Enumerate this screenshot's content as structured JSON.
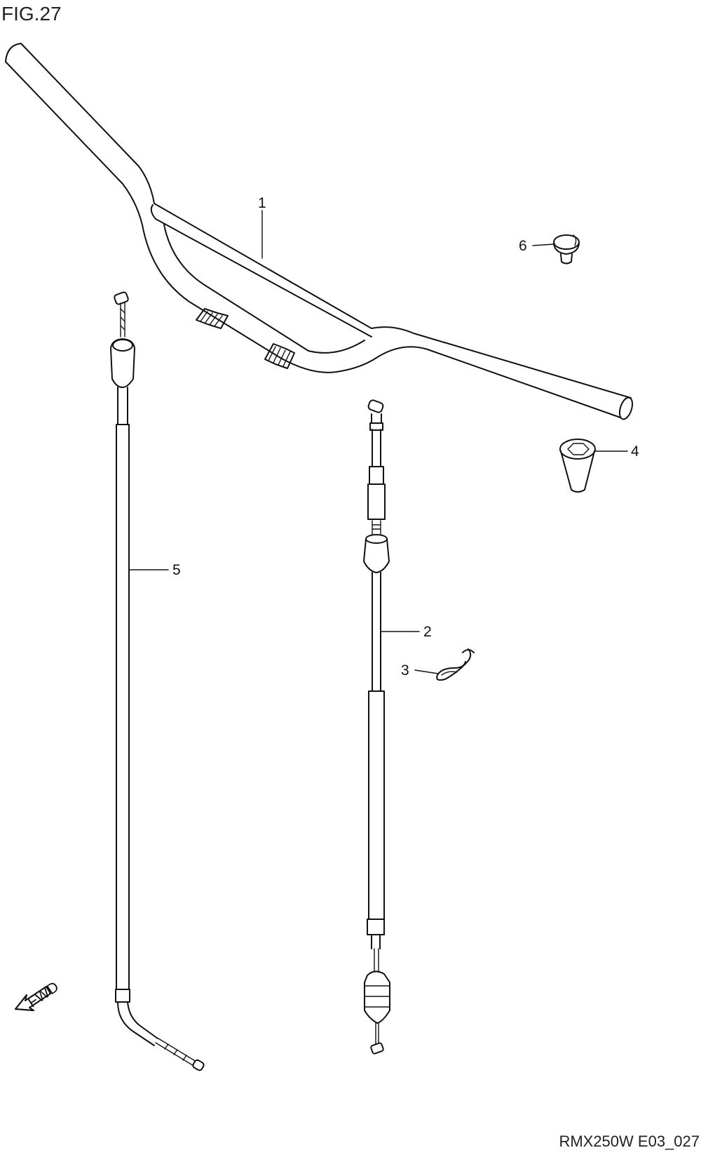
{
  "figure": {
    "title": "FIG.27",
    "code": "RMX250W E03_027",
    "direction_label": "FWD"
  },
  "callouts": [
    {
      "id": "handlebar",
      "number": "1"
    },
    {
      "id": "clutch-cable",
      "number": "2"
    },
    {
      "id": "cable-clamp",
      "number": "3"
    },
    {
      "id": "bar-end-plug",
      "number": "4"
    },
    {
      "id": "throttle-cable",
      "number": "5"
    },
    {
      "id": "cap",
      "number": "6"
    }
  ]
}
